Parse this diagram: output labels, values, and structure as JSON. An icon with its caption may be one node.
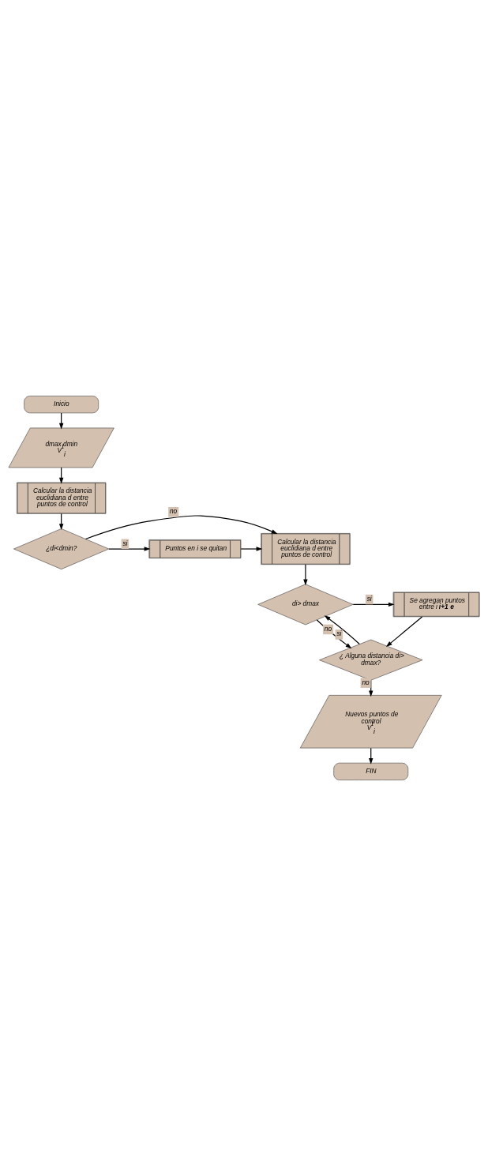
{
  "diagram": {
    "nodes": [
      {
        "text": [
          "Inicio"
        ]
      },
      {
        "text": [
          "dmax dmin",
          "V$^{t}$$_{i}$"
        ]
      },
      {
        "text": [
          "Calcular la distancia euclidiana d entre puntos de control"
        ]
      },
      {
        "text": [
          "¿di<dmin?"
        ]
      },
      {
        "text": [
          "Puntos en i se quitan"
        ]
      },
      {
        "text": [
          "Calcular la distancia euclidiana d entre puntos de control"
        ]
      },
      {
        "text": [
          "di> dmax"
        ]
      },
      {
        "text": [
          "Se agregan puntos entre i **i+1** **e**"
        ]
      },
      {
        "text": [
          "¿ Alguna distancia di> dmax?"
        ]
      },
      {
        "text": [
          "Nuevos puntos de control",
          "V$^{t}$$_{i}$"
        ]
      },
      {
        "text": [
          "FIN"
        ]
      }
    ],
    "edges": [
      {
        "from": 0,
        "to": 1,
        "arrow": "to"
      },
      {
        "from": 1,
        "to": 2,
        "arrow": "to"
      },
      {
        "from": 2,
        "to": 3,
        "arrow": "to"
      },
      {
        "from": 3,
        "to": 4,
        "arrow": "to",
        "label": "si"
      },
      {
        "from": 3,
        "to": 5,
        "arrow": "to",
        "label": "no"
      },
      {
        "from": 4,
        "to": 5,
        "arrow": "to"
      },
      {
        "from": 5,
        "to": 6,
        "arrow": "to"
      },
      {
        "from": 6,
        "to": 7,
        "arrow": "to",
        "label": "si"
      },
      {
        "from": 6,
        "to": 8,
        "arrow": "to",
        "label": "no"
      },
      {
        "from": 7,
        "to": 8,
        "arrow": "to"
      },
      {
        "from": 8,
        "to": 6,
        "arrow": "to",
        "label": "si"
      },
      {
        "from": 8,
        "to": 9,
        "arrow": "to",
        "label": "no"
      },
      {
        "from": 9,
        "to": 10,
        "arrow": "to"
      }
    ]
  }
}
